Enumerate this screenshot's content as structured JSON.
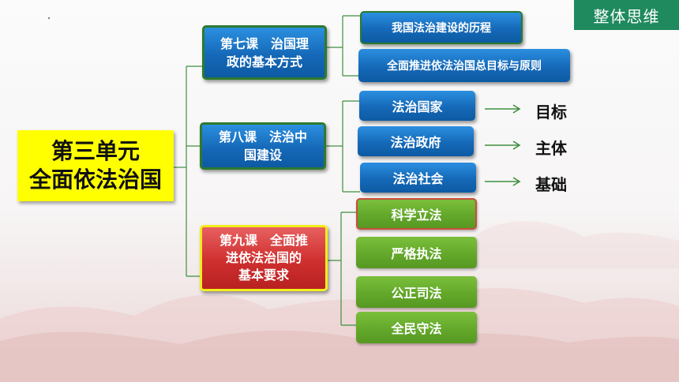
{
  "tag": "整体思维",
  "unit": {
    "line1": "第三单元",
    "line2": "全面依法治国"
  },
  "lessons": [
    {
      "title_line1": "第七课　治国理",
      "title_line2": "政的基本方式",
      "items": [
        "我国法治建设的历程",
        "全面推进依法治国总目标与原则"
      ]
    },
    {
      "title_line1": "第八课　法治中",
      "title_line2": "国建设",
      "items": [
        "法治国家",
        "法治政府",
        "法治社会"
      ],
      "results": [
        "目标",
        "主体",
        "基础"
      ]
    },
    {
      "title_line1": "第九课　全面推",
      "title_line2": "进依法治国的",
      "title_line3": "基本要求",
      "items": [
        "科学立法",
        "严格执法",
        "公正司法",
        "全民守法"
      ]
    }
  ],
  "colors": {
    "tag_bg": "#1f8a5e",
    "unit_bg": "#ffff00",
    "lesson_blue": "#1569b8",
    "lesson_red": "#cf2f2f",
    "item_green": "#64a82b",
    "connector_green": "#3f8f3f"
  }
}
